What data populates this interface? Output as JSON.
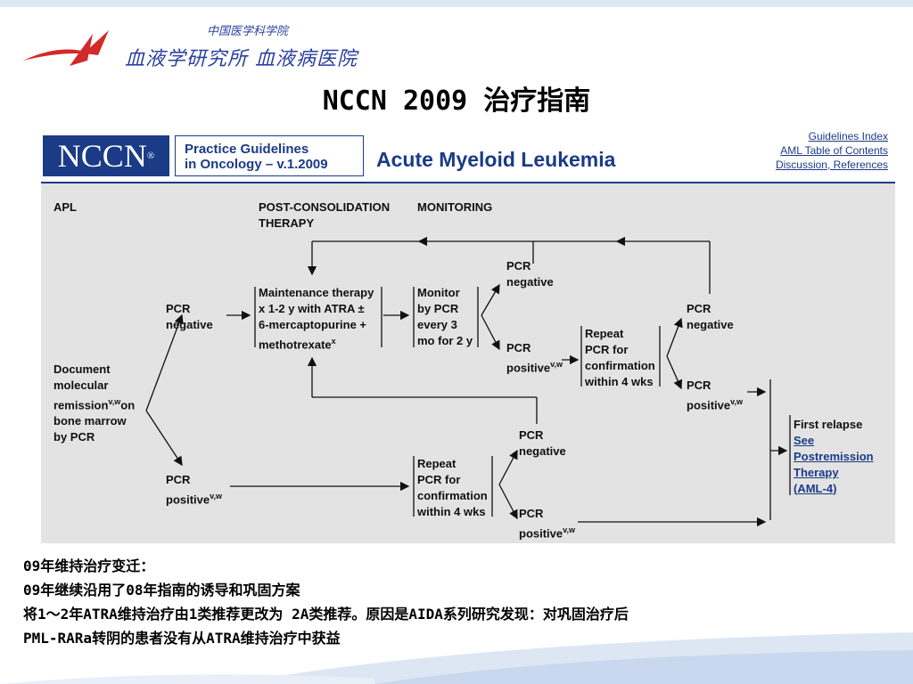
{
  "header": {
    "institution_top": "中国医学科学院",
    "institution_main": "血液学研究所 血液病医院",
    "slide_title": "NCCN  2009 治疗指南"
  },
  "figure": {
    "logo_text": "NCCN",
    "practice_line1": "Practice Guidelines",
    "practice_line2": "in Oncology – v.1.2009",
    "disease_title": "Acute Myeloid Leukemia",
    "links": [
      "Guidelines Index",
      "AML Table of Contents",
      "Discussion, References"
    ],
    "columns": {
      "apl": "APL",
      "post1": "POST-CONSOLIDATION",
      "post2": "THERAPY",
      "monitoring": "MONITORING"
    },
    "document": [
      "Document",
      "molecular",
      "remission",
      "on",
      "bone marrow",
      "by PCR"
    ],
    "sup_vw": "v,w",
    "sup_x": "x",
    "pcr_neg_1": [
      "PCR",
      "negative"
    ],
    "pcr_pos_1": [
      "PCR",
      "positive"
    ],
    "maintenance": [
      "Maintenance therapy",
      "x 1-2 y with ATRA ±",
      "6-mercaptopurine +",
      "methotrexate"
    ],
    "monitor": [
      "Monitor",
      "by PCR",
      "every 3",
      "mo for 2 y"
    ],
    "pcr_neg_2": [
      "PCR",
      "negative"
    ],
    "pcr_pos_2": [
      "PCR",
      "positive"
    ],
    "repeat_1": [
      "Repeat",
      "PCR for",
      "confirmation",
      "within 4 wks"
    ],
    "pcr_neg_3": [
      "PCR",
      "negative"
    ],
    "pcr_pos_3": [
      "PCR",
      "positive"
    ],
    "pcr_neg_4": [
      "PCR",
      "negative"
    ],
    "repeat_2": [
      "Repeat",
      "PCR for",
      "confirmation",
      "within 4 wks"
    ],
    "pcr_pos_4": [
      "PCR",
      "positive"
    ],
    "relapse": {
      "title": "First relapse",
      "link1": "See",
      "link2": "Postremission",
      "link3": "Therapy",
      "link4_open": "(",
      "link4": "AML-4",
      "link4_close": ")"
    }
  },
  "notes": [
    "09年维持治疗变迁：",
    "09年继续沿用了08年指南的诱导和巩固方案",
    "将1～2年ATRA维持治疗由1类推荐更改为 2A类推荐。原因是AIDA系列研究发现：对巩固治疗后",
    "PML-RARa转阴的患者没有从ATRA维持治疗中获益"
  ],
  "colors": {
    "nccn_blue": "#1b3b86",
    "figure_bg": "#e3e3e3",
    "logo_red": "#d12a2a",
    "institution_blue": "#2a3fa0"
  }
}
